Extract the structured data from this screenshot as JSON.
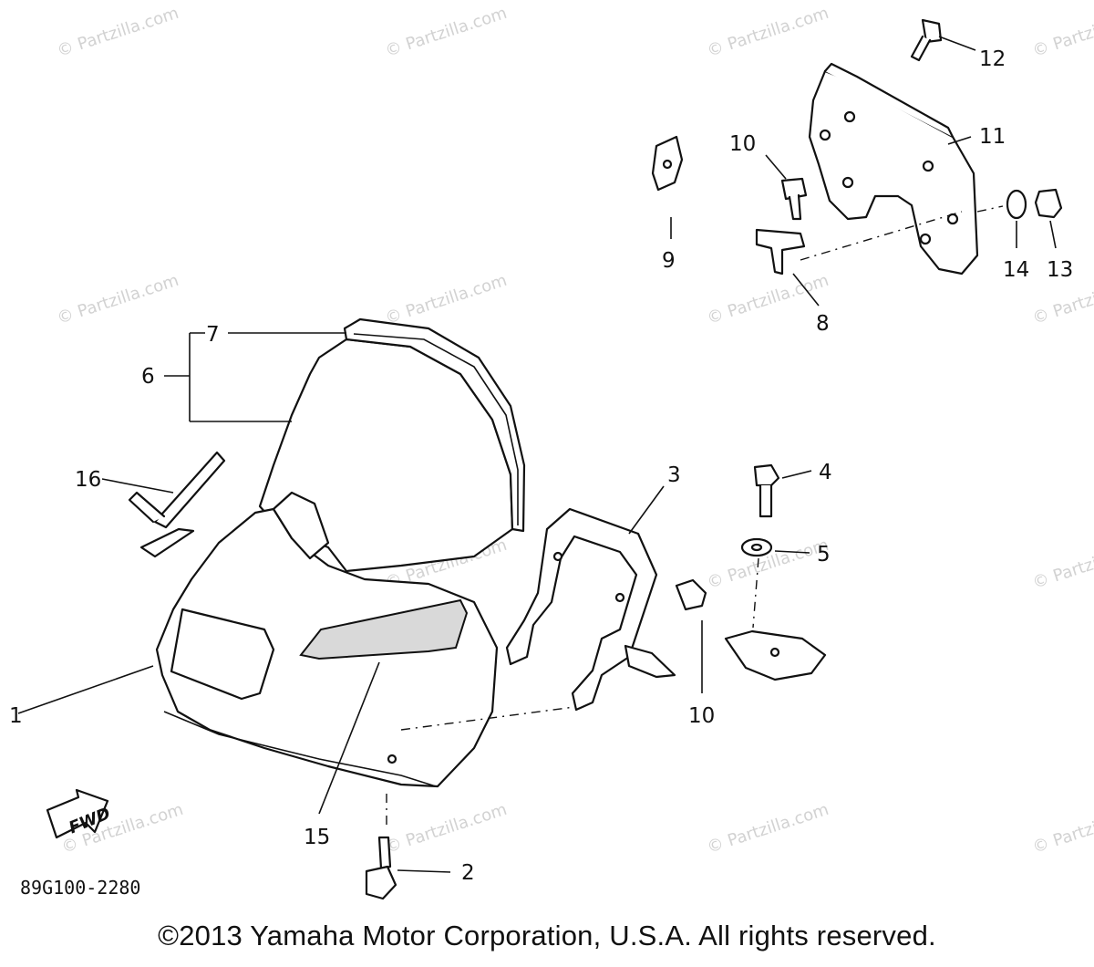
{
  "watermark": "© Partzilla.com",
  "catalog_code": "89G100-2280",
  "fwd_label": "FWD",
  "copyright": "©2013 Yamaha Motor Corporation, U.S.A. All rights reserved.",
  "callouts": {
    "c1": "1",
    "c2": "2",
    "c3": "3",
    "c4": "4",
    "c5": "5",
    "c6": "6",
    "c7": "7",
    "c8": "8",
    "c9": "9",
    "c10a": "10",
    "c10b": "10",
    "c11": "11",
    "c12": "12",
    "c13": "13",
    "c14": "14",
    "c15": "15",
    "c16": "16"
  }
}
